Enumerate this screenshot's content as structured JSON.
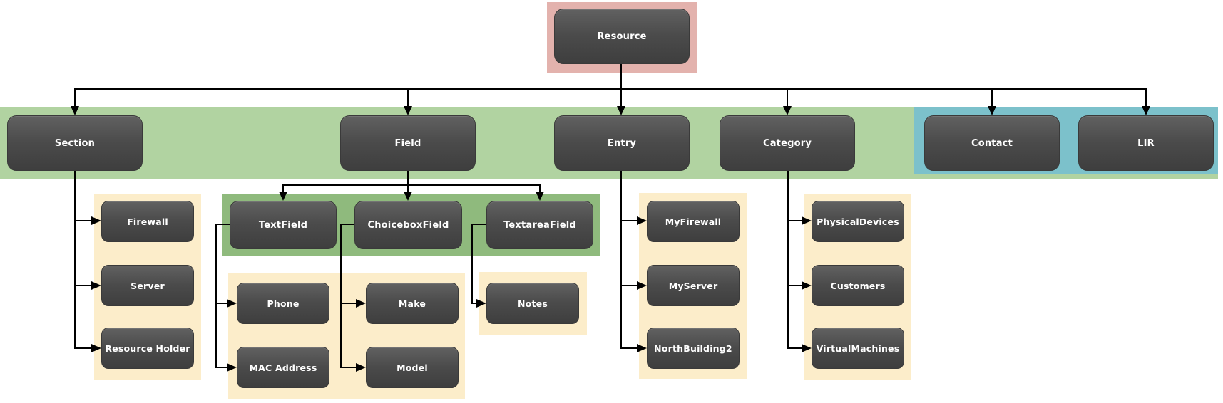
{
  "diagram": {
    "description": "Resource hierarchy tree diagram",
    "background_color": "#ffffff",
    "connector_color": "#000000",
    "node_style": {
      "fill_top": "#616161",
      "fill_bottom": "#3e3e3e",
      "text_color": "#ffffff"
    },
    "bands": [
      {
        "name": "resource-highlight-band",
        "color": "#e3b2ad"
      },
      {
        "name": "level2-green-band",
        "color": "#b1d3a1"
      },
      {
        "name": "level2-blue-band",
        "color": "#7cc1cb"
      },
      {
        "name": "field-children-green-band",
        "color": "#8fba7d"
      },
      {
        "name": "section-children-yellow-band",
        "color": "#fcedca"
      },
      {
        "name": "field-grandchildren-yellow-band",
        "color": "#fcedca"
      },
      {
        "name": "notes-yellow-band",
        "color": "#fcedca"
      },
      {
        "name": "entry-children-yellow-band",
        "color": "#fcedca"
      },
      {
        "name": "category-children-yellow-band",
        "color": "#fcedca"
      }
    ],
    "nodes": [
      {
        "id": "resource",
        "label": "Resource"
      },
      {
        "id": "section",
        "label": "Section"
      },
      {
        "id": "field",
        "label": "Field"
      },
      {
        "id": "entry",
        "label": "Entry"
      },
      {
        "id": "category",
        "label": "Category"
      },
      {
        "id": "contact",
        "label": "Contact"
      },
      {
        "id": "lir",
        "label": "LIR"
      },
      {
        "id": "firewall",
        "label": "Firewall"
      },
      {
        "id": "server",
        "label": "Server"
      },
      {
        "id": "resource-holder",
        "label": "Resource Holder"
      },
      {
        "id": "textfield",
        "label": "TextField"
      },
      {
        "id": "choiceboxfield",
        "label": "ChoiceboxField"
      },
      {
        "id": "textareafield",
        "label": "TextareaField"
      },
      {
        "id": "phone",
        "label": "Phone"
      },
      {
        "id": "mac-address",
        "label": "MAC Address"
      },
      {
        "id": "make",
        "label": "Make"
      },
      {
        "id": "model",
        "label": "Model"
      },
      {
        "id": "notes",
        "label": "Notes"
      },
      {
        "id": "myfirewall",
        "label": "MyFirewall"
      },
      {
        "id": "myserver",
        "label": "MyServer"
      },
      {
        "id": "northbuilding2",
        "label": "NorthBuilding2"
      },
      {
        "id": "physicaldevices",
        "label": "PhysicalDevices"
      },
      {
        "id": "customers",
        "label": "Customers"
      },
      {
        "id": "virtualmachines",
        "label": "VirtualMachines"
      }
    ],
    "edges": [
      {
        "from": "resource",
        "to": "section"
      },
      {
        "from": "resource",
        "to": "field"
      },
      {
        "from": "resource",
        "to": "entry"
      },
      {
        "from": "resource",
        "to": "category"
      },
      {
        "from": "resource",
        "to": "contact"
      },
      {
        "from": "resource",
        "to": "lir"
      },
      {
        "from": "section",
        "to": "firewall"
      },
      {
        "from": "section",
        "to": "server"
      },
      {
        "from": "section",
        "to": "resource-holder"
      },
      {
        "from": "field",
        "to": "textfield"
      },
      {
        "from": "field",
        "to": "choiceboxfield"
      },
      {
        "from": "field",
        "to": "textareafield"
      },
      {
        "from": "textfield",
        "to": "phone"
      },
      {
        "from": "textfield",
        "to": "mac-address"
      },
      {
        "from": "choiceboxfield",
        "to": "make"
      },
      {
        "from": "choiceboxfield",
        "to": "model"
      },
      {
        "from": "textareafield",
        "to": "notes"
      },
      {
        "from": "entry",
        "to": "myfirewall"
      },
      {
        "from": "entry",
        "to": "myserver"
      },
      {
        "from": "entry",
        "to": "northbuilding2"
      },
      {
        "from": "category",
        "to": "physicaldevices"
      },
      {
        "from": "category",
        "to": "customers"
      },
      {
        "from": "category",
        "to": "virtualmachines"
      }
    ]
  }
}
